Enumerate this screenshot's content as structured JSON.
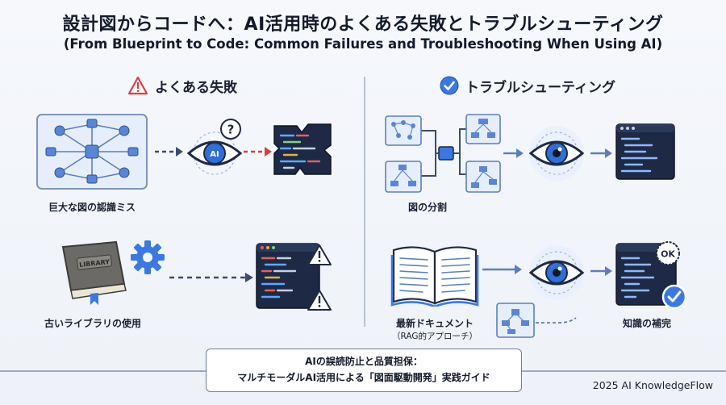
{
  "title": "設計図からコードへ：AI活用時のよくある失敗とトラブルシューティング",
  "subtitle": "(From Blueprint to Code: Common Failures and Troubleshooting When Using AI)",
  "left_section": {
    "heading": "よくある失敗",
    "items": [
      {
        "label": "巨大な図の認識ミス"
      },
      {
        "label": "古いライブラリの使用"
      }
    ],
    "eye_badge": "AI",
    "book_text": "LIBRARY"
  },
  "right_section": {
    "heading": "トラブルシューティング",
    "items": [
      {
        "label": "図の分割"
      },
      {
        "label": "最新ドキュメント",
        "sublabel": "（RAG的アプローチ）"
      },
      {
        "label": "知識の補完"
      }
    ],
    "ok_badge": "OK"
  },
  "banner": {
    "line1": "AIの誤読防止と品質担保：",
    "line2": "マルチモーダルAI活用による「図面駆動開発」実践ガイド"
  },
  "footer": "2025 AI KnowledgeFlow",
  "colors": {
    "accent": "#2f6fd6",
    "warning": "#d94040",
    "dark": "#1e2a45"
  }
}
